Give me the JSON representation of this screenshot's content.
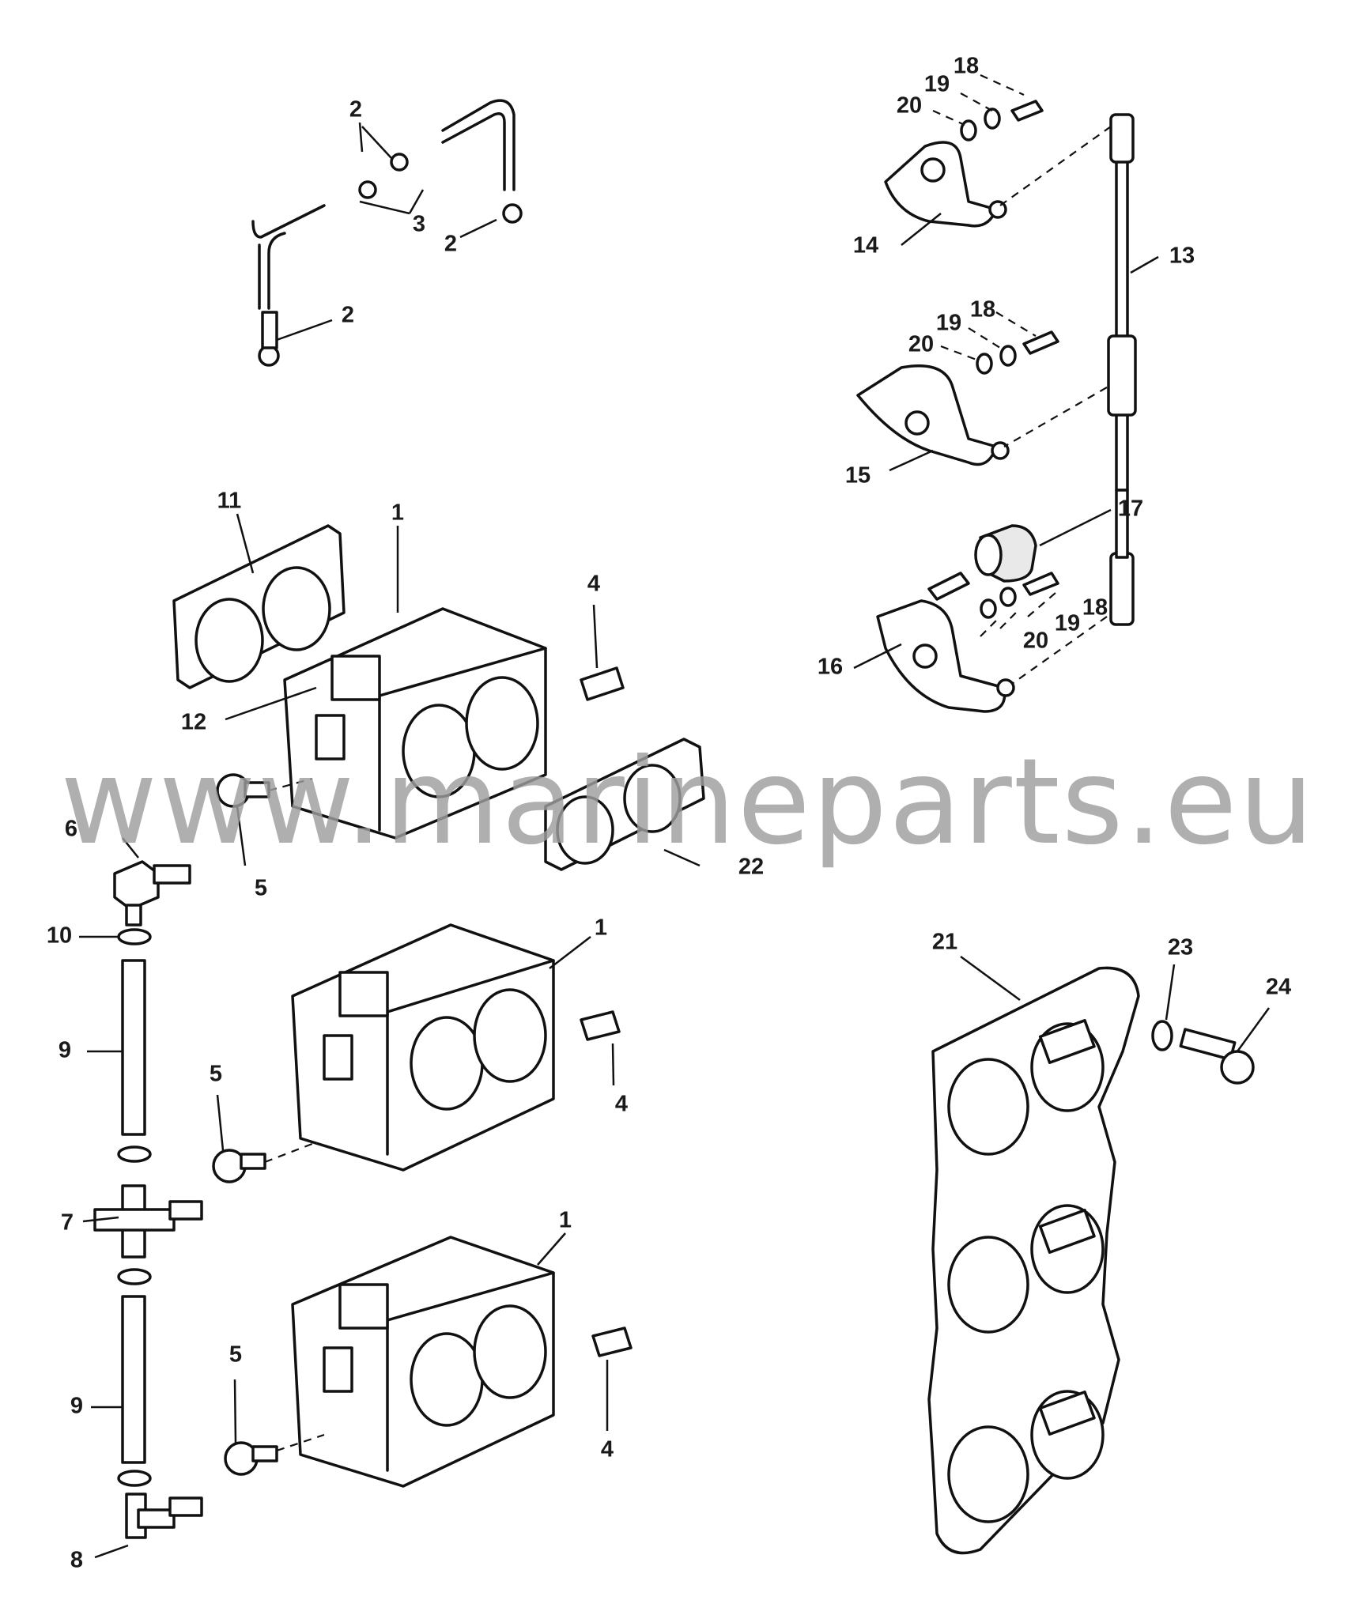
{
  "watermark": "www.marineparts.eu",
  "callouts": {
    "c_1a": "1",
    "c_1b": "1",
    "c_1c": "1",
    "c_2a": "2",
    "c_2b": "2",
    "c_2c": "2",
    "c_3": "3",
    "c_4a": "4",
    "c_4b": "4",
    "c_4c": "4",
    "c_5a": "5",
    "c_5b": "5",
    "c_5c": "5",
    "c_6": "6",
    "c_7": "7",
    "c_8": "8",
    "c_9a": "9",
    "c_9b": "9",
    "c_10": "10",
    "c_11": "11",
    "c_12": "12",
    "c_13": "13",
    "c_14": "14",
    "c_15": "15",
    "c_16": "16",
    "c_17": "17",
    "c_18a": "18",
    "c_18b": "18",
    "c_18c": "18",
    "c_19a": "19",
    "c_19b": "19",
    "c_19c": "19",
    "c_20a": "20",
    "c_20b": "20",
    "c_20c": "20",
    "c_21": "21",
    "c_22": "22",
    "c_23": "23",
    "c_24": "24"
  }
}
